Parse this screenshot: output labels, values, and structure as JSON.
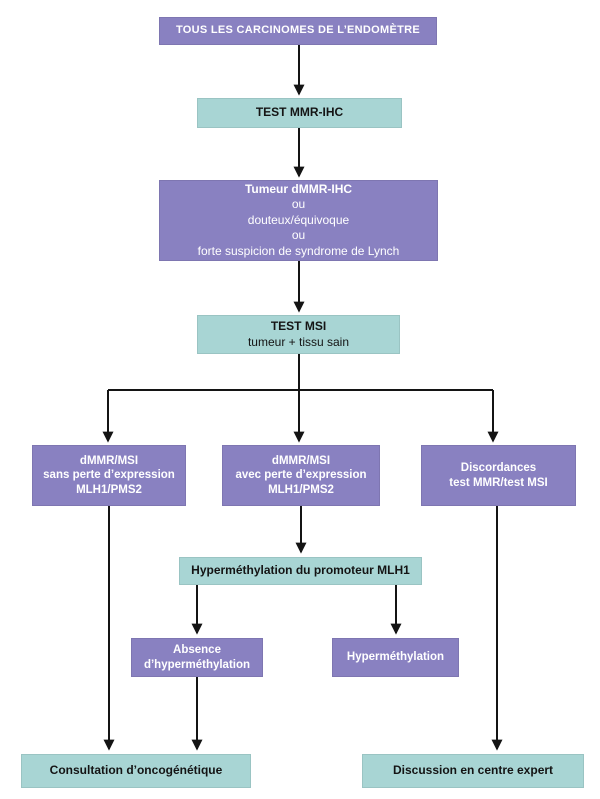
{
  "colors": {
    "purple": "#8981C1",
    "teal": "#A8D5D4",
    "line": "#141414",
    "background": "#ffffff"
  },
  "flowchart": {
    "nodes": {
      "all_carcinomas": {
        "label": "TOUS LES CARCINOMES DE L’ENDOMÈTRE"
      },
      "test_mmr_ihc": {
        "label": "TEST MMR-IHC"
      },
      "tumeur_dmmr": {
        "lines": [
          "Tumeur dMMR-IHC",
          "ou",
          "douteux/équivoque",
          "ou",
          "forte suspicion de syndrome de Lynch"
        ]
      },
      "test_msi": {
        "title": "TEST MSI",
        "subtitle": "tumeur + tissu sain"
      },
      "dmmr_msi_sans_perte": {
        "lines": [
          "dMMR/MSI",
          "sans perte d’expression",
          "MLH1/PMS2"
        ]
      },
      "dmmr_msi_avec_perte": {
        "lines": [
          "dMMR/MSI",
          "avec perte d’expression",
          "MLH1/PMS2"
        ]
      },
      "discordances": {
        "lines": [
          "Discordances",
          "test MMR/test MSI"
        ]
      },
      "hypermethylation_promoteur": {
        "label": "Hyperméthylation du promoteur MLH1"
      },
      "absence_hypermethylation": {
        "lines": [
          "Absence",
          "d’hyperméthylation"
        ]
      },
      "hypermethylation": {
        "label": "Hyperméthylation"
      },
      "consultation_oncogenetique": {
        "label": "Consultation d’oncogénétique"
      },
      "discussion_centre_expert": {
        "label": "Discussion en centre expert"
      }
    }
  }
}
